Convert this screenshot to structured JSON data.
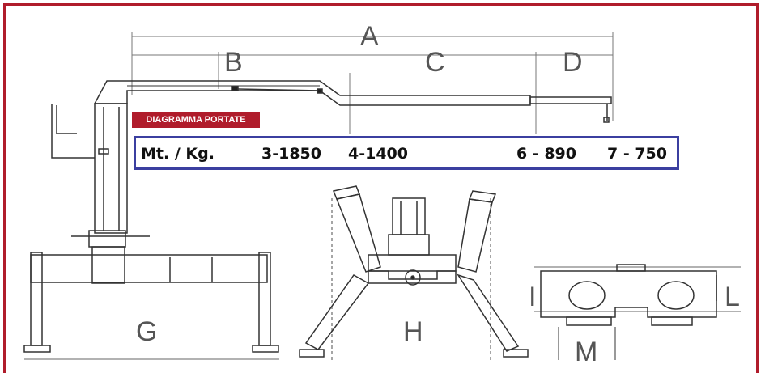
{
  "labels": {
    "A": "A",
    "B": "B",
    "C": "C",
    "D": "D",
    "G": "G",
    "H": "H",
    "I": "I",
    "L": "L",
    "M": "M"
  },
  "badge": "DIAGRAMMA PORTATE",
  "load_table": {
    "unit_label": "Mt. / Kg.",
    "entries": [
      "3-1850",
      "4-1400",
      "6 - 890",
      "7 - 750"
    ]
  },
  "colors": {
    "frame": "#b01c2b",
    "badge": "#b01c2b",
    "table_border": "#3b3fa0"
  }
}
